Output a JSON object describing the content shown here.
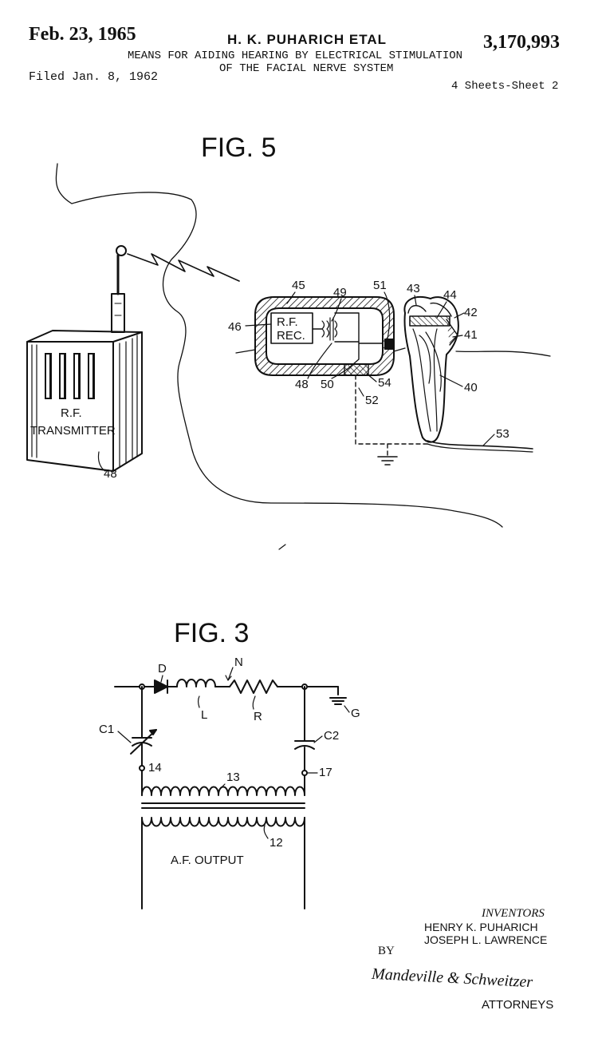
{
  "header": {
    "date": "Feb. 23, 1965",
    "inventor_short": "H. K. PUHARICH ETAL",
    "patent_number": "3,170,993",
    "title_line1": "MEANS FOR AIDING HEARING BY ELECTRICAL STIMULATION",
    "title_line2": "OF THE FACIAL NERVE SYSTEM",
    "filed": "Filed Jan. 8, 1962",
    "sheets": "4 Sheets-Sheet 2"
  },
  "fig5": {
    "title": "FIG. 5",
    "transmitter_line1": "R.F.",
    "transmitter_line2": "TRANSMITTER",
    "receiver_line1": "R.F.",
    "receiver_line2": "REC.",
    "refs": [
      "45",
      "46",
      "49",
      "51",
      "43",
      "44",
      "42",
      "41",
      "40",
      "48",
      "50",
      "54",
      "52",
      "53",
      "48"
    ]
  },
  "fig3": {
    "title": "FIG. 3",
    "refs": [
      "D",
      "N",
      "L",
      "R",
      "G",
      "C1",
      "C2",
      "14",
      "13",
      "17",
      "12"
    ],
    "output_label": "A.F. OUTPUT"
  },
  "footer": {
    "inventors_label": "INVENTORS",
    "inventor1": "HENRY K. PUHARICH",
    "inventor2": "JOSEPH L. LAWRENCE",
    "by": "BY",
    "signature": "Mandeville & Schweitzer",
    "attorneys": "ATTORNEYS"
  }
}
